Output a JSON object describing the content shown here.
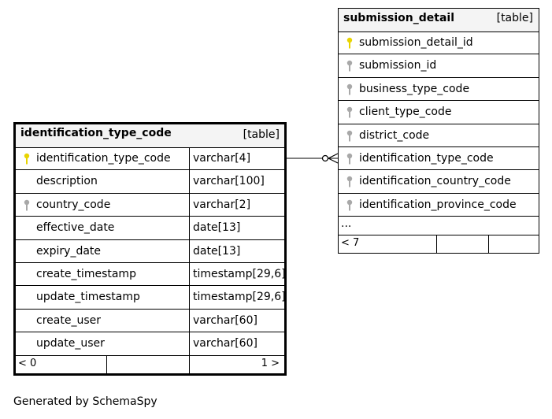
{
  "tables": {
    "submission_detail": {
      "name": "submission_detail",
      "kind": "[table]",
      "columns": [
        {
          "name": "submission_detail_id",
          "key": "primary"
        },
        {
          "name": "submission_id",
          "key": "foreign"
        },
        {
          "name": "business_type_code",
          "key": "foreign"
        },
        {
          "name": "client_type_code",
          "key": "foreign"
        },
        {
          "name": "district_code",
          "key": "foreign"
        },
        {
          "name": "identification_type_code",
          "key": "foreign"
        },
        {
          "name": "identification_country_code",
          "key": "foreign"
        },
        {
          "name": "identification_province_code",
          "key": "foreign"
        }
      ],
      "more": "...",
      "footer": {
        "parents": "< 7",
        "rows": "",
        "children": ""
      }
    },
    "identification_type_code": {
      "name": "identification_type_code",
      "kind": "[table]",
      "columns": [
        {
          "name": "identification_type_code",
          "type": "varchar[4]",
          "key": "primary"
        },
        {
          "name": "description",
          "type": "varchar[100]",
          "key": "none"
        },
        {
          "name": "country_code",
          "type": "varchar[2]",
          "key": "foreign"
        },
        {
          "name": "effective_date",
          "type": "date[13]",
          "key": "none"
        },
        {
          "name": "expiry_date",
          "type": "date[13]",
          "key": "none"
        },
        {
          "name": "create_timestamp",
          "type": "timestamp[29,6]",
          "key": "none"
        },
        {
          "name": "update_timestamp",
          "type": "timestamp[29,6]",
          "key": "none"
        },
        {
          "name": "create_user",
          "type": "varchar[60]",
          "key": "none"
        },
        {
          "name": "update_user",
          "type": "varchar[60]",
          "key": "none"
        }
      ],
      "footer": {
        "parents": "< 0",
        "rows": "",
        "children": "1 >"
      }
    }
  },
  "caption": "Generated by SchemaSpy",
  "colors": {
    "primary_key": "#e8d400",
    "foreign_key": "#a8a8a8",
    "header_bg": "#f4f4f4",
    "line": "#000000"
  }
}
